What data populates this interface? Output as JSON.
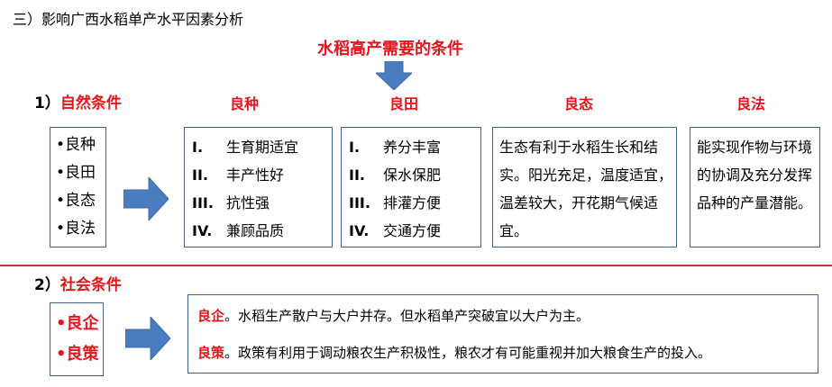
{
  "heading": "三）影响广西水稻单产水平因素分析",
  "center_title": "水稻高产需要的条件",
  "section1": {
    "num": "1）",
    "label": "自然条件"
  },
  "columns": [
    "良种",
    "良田",
    "良态",
    "良法"
  ],
  "left_items": [
    "•良种",
    "•良田",
    "•良态",
    "•良法"
  ],
  "seed_box": [
    {
      "num": "I.",
      "text": "生育期适宜"
    },
    {
      "num": "II.",
      "text": "丰产性好"
    },
    {
      "num": "III.",
      "text": "抗性强"
    },
    {
      "num": "IV.",
      "text": "兼顾品质"
    }
  ],
  "field_box": [
    {
      "num": "I.",
      "text": "养分丰富"
    },
    {
      "num": "II.",
      "text": "保水保肥"
    },
    {
      "num": "III.",
      "text": "排灌方便"
    },
    {
      "num": "IV.",
      "text": "交通方便"
    }
  ],
  "ecology_text": "生态有利于水稻生长和结实。阳光充足，温度适宜，温差较大，开花期气候适宜。",
  "method_text": "能实现作物与环境的协调及充分发挥品种的产量潜能。",
  "section2": {
    "num": "2）",
    "label": "社会条件"
  },
  "left_items2": [
    "•良企",
    "•良策"
  ],
  "social": [
    {
      "key": "良企",
      "text": "。水稻生产散户与大户并存。但水稻单产突破宜以大户为主。"
    },
    {
      "key": "良策",
      "text": "。政策有利用于调动粮农生产积极性，粮农才有可能重视并加大粮食生产的投入。"
    }
  ],
  "colors": {
    "accent_red": "#e8141b",
    "arrow_blue": "#4a7cc0",
    "box_border": "#3f5f8f",
    "divider": "#d42d2d"
  },
  "icons": {
    "down_arrow": "arrow-down-icon",
    "right_arrow": "arrow-right-icon"
  }
}
